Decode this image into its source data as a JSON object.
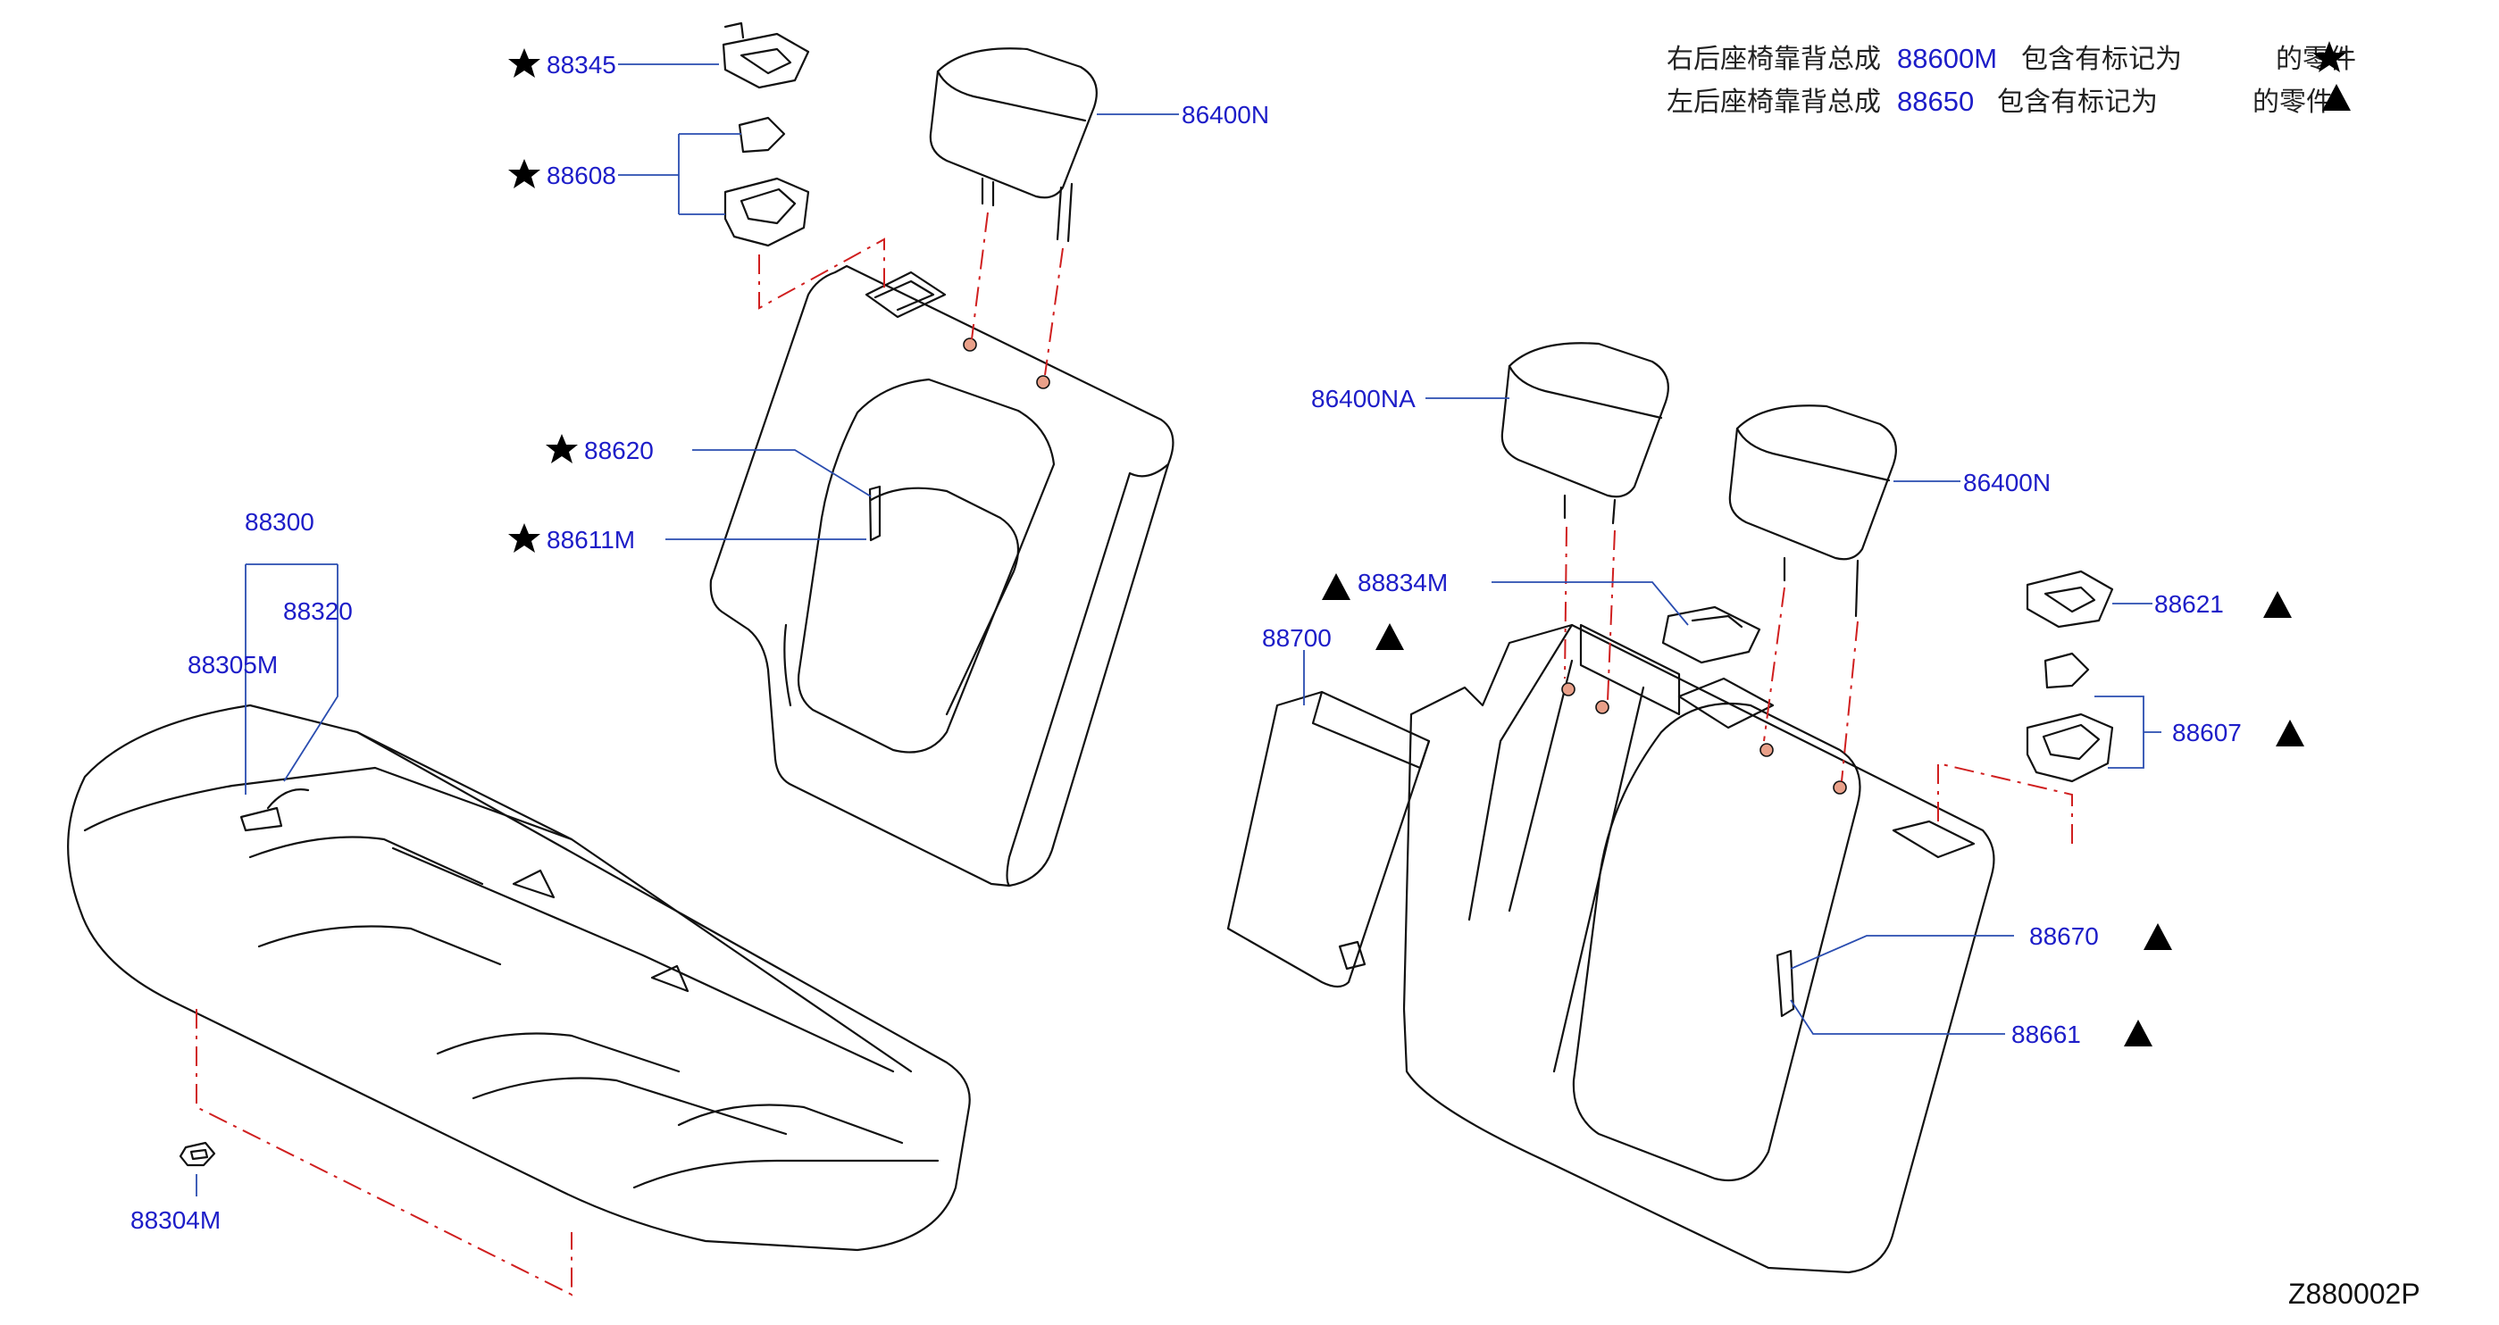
{
  "diagram": {
    "notes": [
      {
        "prefix": "右后座椅靠背总成",
        "part": "88600M",
        "mid": "包含有标记为",
        "suffix": "的零件",
        "symbol": "star"
      },
      {
        "prefix": "左后座椅靠背总成",
        "part": "88650",
        "mid": "包含有标记为",
        "suffix": "的零件",
        "symbol": "triangle"
      }
    ],
    "diagram_code": "Z880002P",
    "callouts": [
      {
        "id": "88345",
        "symbol": "star"
      },
      {
        "id": "88608",
        "symbol": "star"
      },
      {
        "id": "86400N",
        "symbol": ""
      },
      {
        "id": "88620",
        "symbol": "star"
      },
      {
        "id": "88611M",
        "symbol": "star"
      },
      {
        "id": "88300",
        "symbol": ""
      },
      {
        "id": "88320",
        "symbol": ""
      },
      {
        "id": "88305M",
        "symbol": ""
      },
      {
        "id": "88304M",
        "symbol": ""
      },
      {
        "id": "86400NA",
        "symbol": ""
      },
      {
        "id": "86400N",
        "symbol": ""
      },
      {
        "id": "88834M",
        "symbol": "triangle"
      },
      {
        "id": "88700",
        "symbol": "triangle"
      },
      {
        "id": "88621",
        "symbol": "triangle"
      },
      {
        "id": "88607",
        "symbol": "triangle"
      },
      {
        "id": "88670",
        "symbol": "triangle"
      },
      {
        "id": "88661",
        "symbol": "triangle"
      }
    ],
    "colors": {
      "label": "#1d1dc8",
      "leader": "#2a4db0",
      "centerline": "#d01f1f",
      "line": "#111111"
    }
  }
}
